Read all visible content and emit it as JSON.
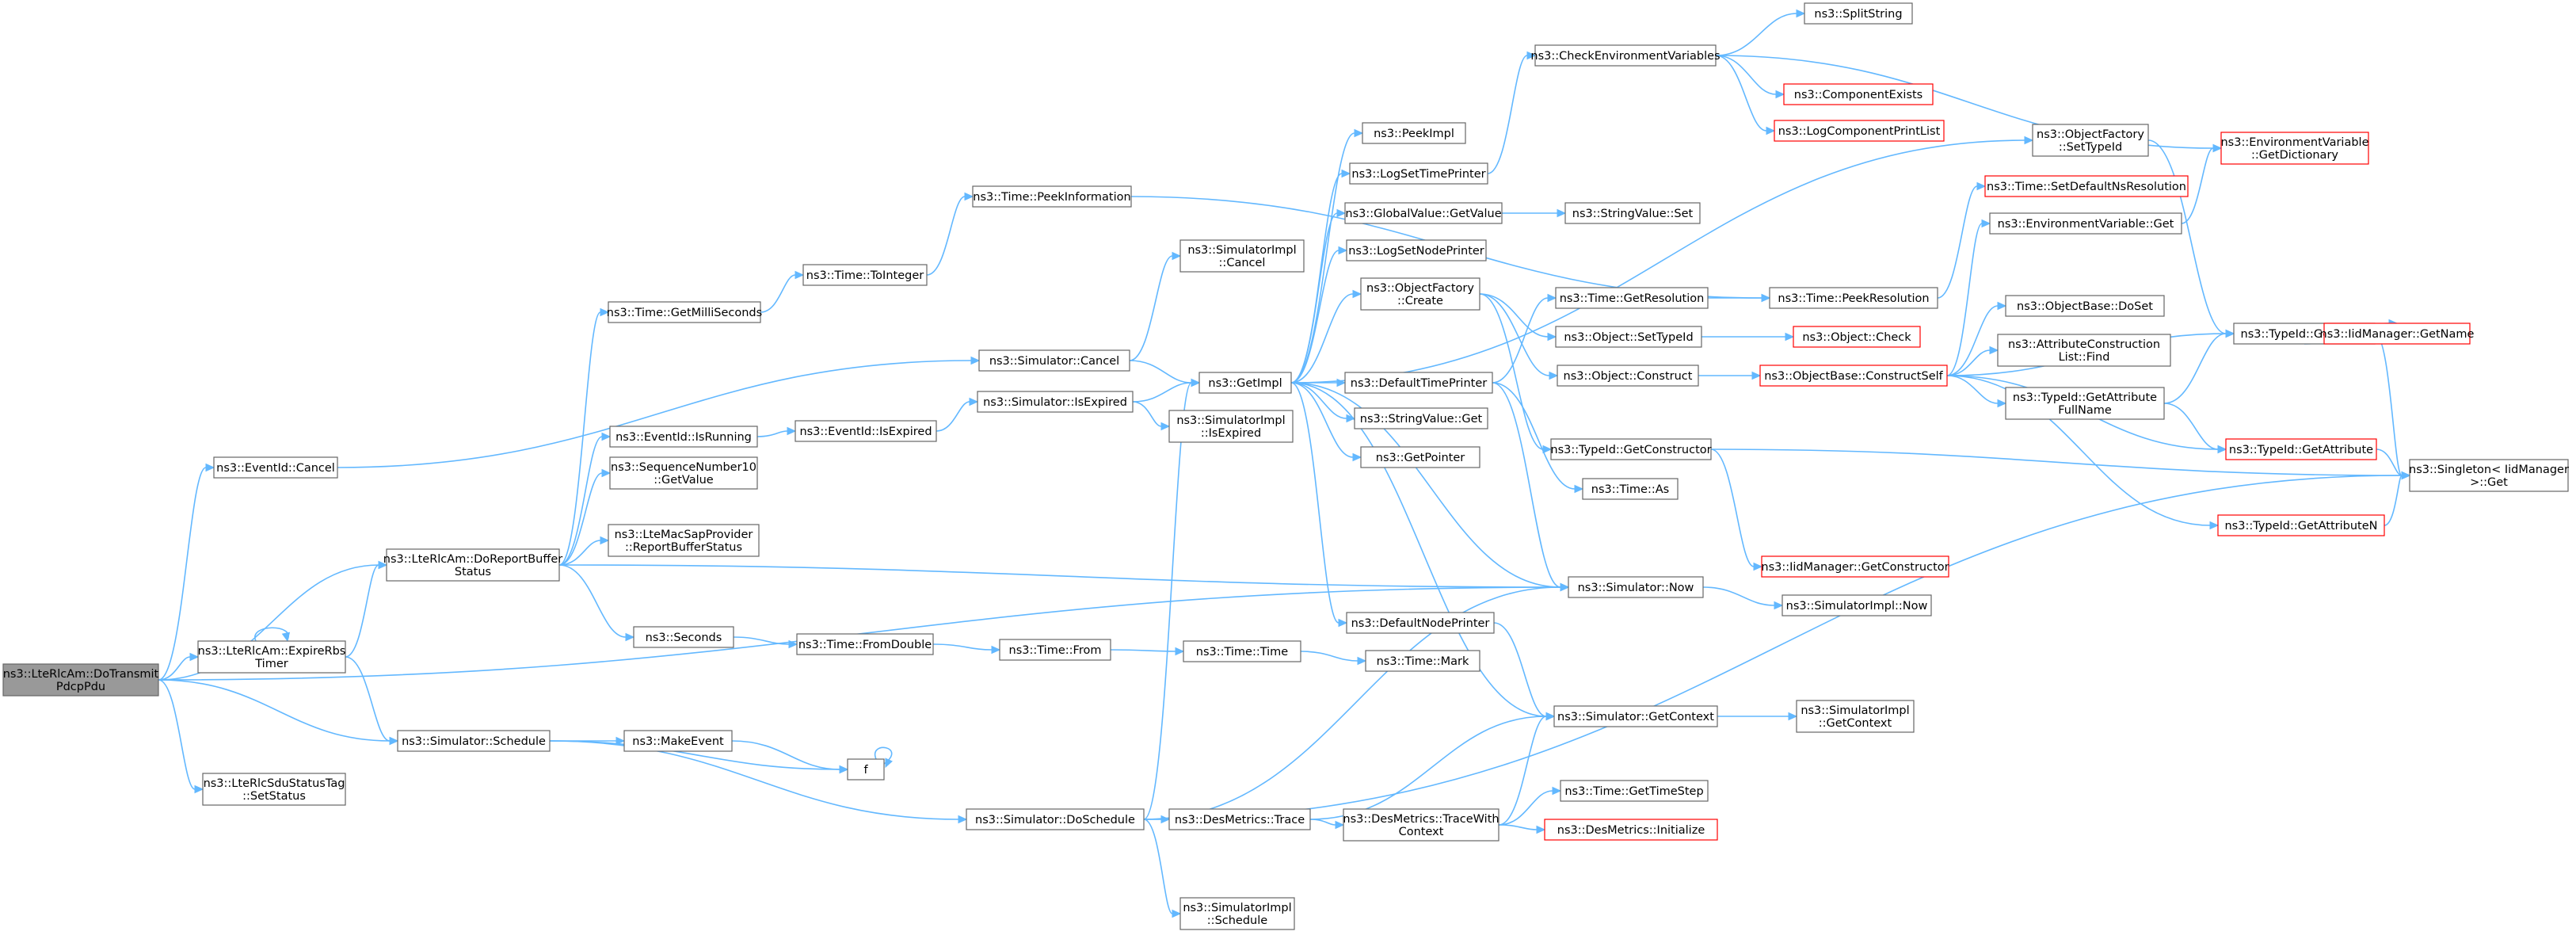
{
  "diagram": {
    "colors": {
      "edge": "#63b8ff",
      "node_border": "#666666",
      "highlight_border": "#ff0000",
      "root_fill": "#999999",
      "node_fill": "#ffffff"
    },
    "nodes": [
      {
        "id": "root",
        "lines": [
          "ns3::LteRlcAm::DoTransmit",
          "PdcpPdu"
        ],
        "root": true
      },
      {
        "id": "eventcancel",
        "lines": [
          "ns3::EventId::Cancel"
        ]
      },
      {
        "id": "expirerbs",
        "lines": [
          "ns3::LteRlcAm::ExpireRbs",
          "Timer"
        ]
      },
      {
        "id": "doreport",
        "lines": [
          "ns3::LteRlcAm::DoReportBuffer",
          "Status"
        ]
      },
      {
        "id": "schedule",
        "lines": [
          "ns3::Simulator::Schedule"
        ]
      },
      {
        "id": "sdutag",
        "lines": [
          "ns3::LteRlcSduStatusTag",
          "::SetStatus"
        ]
      },
      {
        "id": "getms",
        "lines": [
          "ns3::Time::GetMilliSeconds"
        ]
      },
      {
        "id": "isrunning",
        "lines": [
          "ns3::EventId::IsRunning"
        ]
      },
      {
        "id": "seqnum",
        "lines": [
          "ns3::SequenceNumber10",
          "::GetValue"
        ]
      },
      {
        "id": "macsap",
        "lines": [
          "ns3::LteMacSapProvider",
          "::ReportBufferStatus"
        ]
      },
      {
        "id": "seconds",
        "lines": [
          "ns3::Seconds"
        ]
      },
      {
        "id": "makeevent",
        "lines": [
          "ns3::MakeEvent"
        ]
      },
      {
        "id": "f",
        "lines": [
          "f"
        ]
      },
      {
        "id": "tointeger",
        "lines": [
          "ns3::Time::ToInteger"
        ]
      },
      {
        "id": "peekinfo",
        "lines": [
          "ns3::Time::PeekInformation"
        ]
      },
      {
        "id": "isexpired",
        "lines": [
          "ns3::EventId::IsExpired"
        ]
      },
      {
        "id": "fromdouble",
        "lines": [
          "ns3::Time::FromDouble"
        ]
      },
      {
        "id": "simcancel",
        "lines": [
          "ns3::Simulator::Cancel"
        ]
      },
      {
        "id": "simisexpired",
        "lines": [
          "ns3::Simulator::IsExpired"
        ]
      },
      {
        "id": "timefrom",
        "lines": [
          "ns3::Time::From"
        ]
      },
      {
        "id": "doschedule",
        "lines": [
          "ns3::Simulator::DoSchedule"
        ]
      },
      {
        "id": "implcancel",
        "lines": [
          "ns3::SimulatorImpl",
          "::Cancel"
        ]
      },
      {
        "id": "getimpl",
        "lines": [
          "ns3::GetImpl"
        ]
      },
      {
        "id": "implisexpired",
        "lines": [
          "ns3::SimulatorImpl",
          "::IsExpired"
        ]
      },
      {
        "id": "timetime",
        "lines": [
          "ns3::Time::Time"
        ]
      },
      {
        "id": "destrace",
        "lines": [
          "ns3::DesMetrics::Trace"
        ]
      },
      {
        "id": "implschedule",
        "lines": [
          "ns3::SimulatorImpl",
          "::Schedule"
        ]
      },
      {
        "id": "peekimpl",
        "lines": [
          "ns3::PeekImpl"
        ]
      },
      {
        "id": "logsettime",
        "lines": [
          "ns3::LogSetTimePrinter"
        ]
      },
      {
        "id": "gvgetvalue",
        "lines": [
          "ns3::GlobalValue::GetValue"
        ]
      },
      {
        "id": "logsetnode",
        "lines": [
          "ns3::LogSetNodePrinter"
        ]
      },
      {
        "id": "offcreate",
        "lines": [
          "ns3::ObjectFactory",
          "::Create"
        ]
      },
      {
        "id": "deftimeprinter",
        "lines": [
          "ns3::DefaultTimePrinter"
        ]
      },
      {
        "id": "svget",
        "lines": [
          "ns3::StringValue::Get"
        ]
      },
      {
        "id": "getpointer",
        "lines": [
          "ns3::GetPointer"
        ]
      },
      {
        "id": "defnodeprinter",
        "lines": [
          "ns3::DefaultNodePrinter"
        ]
      },
      {
        "id": "timemark",
        "lines": [
          "ns3::Time::Mark"
        ]
      },
      {
        "id": "destracectx",
        "lines": [
          "ns3::DesMetrics::TraceWith",
          "Context"
        ]
      },
      {
        "id": "checkenv",
        "lines": [
          "ns3::CheckEnvironmentVariables"
        ]
      },
      {
        "id": "svset",
        "lines": [
          "ns3::StringValue::Set"
        ]
      },
      {
        "id": "getres",
        "lines": [
          "ns3::Time::GetResolution"
        ]
      },
      {
        "id": "objsettypeid",
        "lines": [
          "ns3::Object::SetTypeId"
        ]
      },
      {
        "id": "objconstruct",
        "lines": [
          "ns3::Object::Construct"
        ]
      },
      {
        "id": "gettypector",
        "lines": [
          "ns3::TypeId::GetConstructor"
        ]
      },
      {
        "id": "timeas",
        "lines": [
          "ns3::Time::As"
        ]
      },
      {
        "id": "simnow",
        "lines": [
          "ns3::Simulator::Now"
        ]
      },
      {
        "id": "simgetctx",
        "lines": [
          "ns3::Simulator::GetContext"
        ]
      },
      {
        "id": "gettimestep",
        "lines": [
          "ns3::Time::GetTimeStep"
        ]
      },
      {
        "id": "desinit",
        "lines": [
          "ns3::DesMetrics::Initialize"
        ],
        "highlight": true
      },
      {
        "id": "splitstring",
        "lines": [
          "ns3::SplitString"
        ]
      },
      {
        "id": "compexists",
        "lines": [
          "ns3::ComponentExists"
        ],
        "highlight": true
      },
      {
        "id": "logprintlist",
        "lines": [
          "ns3::LogComponentPrintList"
        ],
        "highlight": true
      },
      {
        "id": "peekres",
        "lines": [
          "ns3::Time::PeekResolution"
        ]
      },
      {
        "id": "objcheck",
        "lines": [
          "ns3::Object::Check"
        ],
        "highlight": true
      },
      {
        "id": "constructself",
        "lines": [
          "ns3::ObjectBase::ConstructSelf"
        ],
        "highlight": true
      },
      {
        "id": "iidgetctor",
        "lines": [
          "ns3::IidManager::GetConstructor"
        ],
        "highlight": true
      },
      {
        "id": "implnow",
        "lines": [
          "ns3::SimulatorImpl::Now"
        ]
      },
      {
        "id": "implgetctx",
        "lines": [
          "ns3::SimulatorImpl",
          "::GetContext"
        ]
      },
      {
        "id": "offsettypeid",
        "lines": [
          "ns3::ObjectFactory",
          "::SetTypeId"
        ]
      },
      {
        "id": "setdefres",
        "lines": [
          "ns3::Time::SetDefaultNsResolution"
        ],
        "highlight": true
      },
      {
        "id": "envget",
        "lines": [
          "ns3::EnvironmentVariable::Get"
        ]
      },
      {
        "id": "obdoset",
        "lines": [
          "ns3::ObjectBase::DoSet"
        ]
      },
      {
        "id": "attrfind",
        "lines": [
          "ns3::AttributeConstruction",
          "List::Find"
        ]
      },
      {
        "id": "getattrfull",
        "lines": [
          "ns3::TypeId::GetAttribute",
          "FullName"
        ]
      },
      {
        "id": "envdict",
        "lines": [
          "ns3::EnvironmentVariable",
          "::GetDictionary"
        ],
        "highlight": true
      },
      {
        "id": "typegetname",
        "lines": [
          "ns3::TypeId::GetName"
        ]
      },
      {
        "id": "typegetattr",
        "lines": [
          "ns3::TypeId::GetAttribute"
        ],
        "highlight": true
      },
      {
        "id": "typegetattrn",
        "lines": [
          "ns3::TypeId::GetAttributeN"
        ],
        "highlight": true
      },
      {
        "id": "iidgetname",
        "lines": [
          "ns3::IidManager::GetName"
        ],
        "highlight": true
      },
      {
        "id": "singleton",
        "lines": [
          "ns3::Singleton< IidManager",
          "&gt;::Get"
        ]
      }
    ]
  }
}
